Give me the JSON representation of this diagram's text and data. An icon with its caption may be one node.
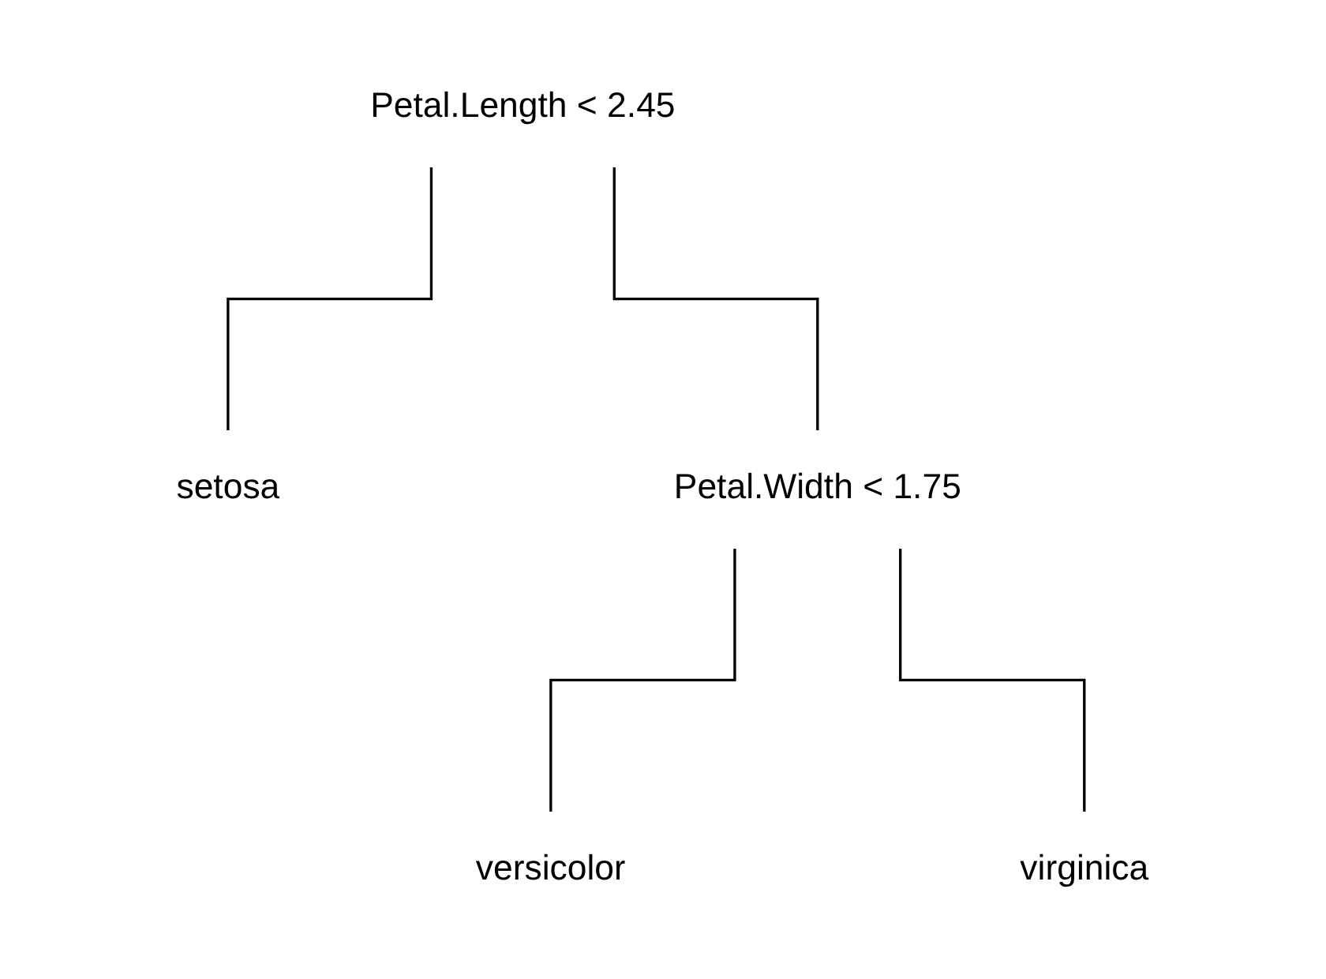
{
  "diagram": {
    "nodes": [
      {
        "text": [
          "Petal.Length < 2.45"
        ]
      },
      {
        "text": [
          "setosa"
        ]
      },
      {
        "text": [
          "Petal.Width < 1.75"
        ]
      },
      {
        "text": [
          "versicolor"
        ]
      },
      {
        "text": [
          "virginica"
        ]
      }
    ],
    "edges": [
      {
        "from": 0,
        "to": 1,
        "arrow": "none"
      },
      {
        "from": 0,
        "to": 2,
        "arrow": "none"
      },
      {
        "from": 2,
        "to": 3,
        "arrow": "none"
      },
      {
        "from": 2,
        "to": 4,
        "arrow": "none"
      }
    ]
  }
}
